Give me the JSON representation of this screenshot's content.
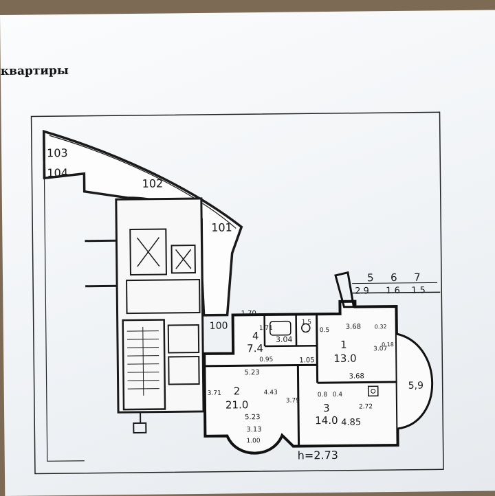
{
  "header": {
    "heading": "квартиры"
  },
  "plan": {
    "height_note": "h=2.73",
    "common_areas": {
      "a103": "103",
      "a104": "104",
      "a102": "102",
      "a101": "101",
      "a100": "100"
    },
    "rooms": {
      "r1": {
        "number": "1",
        "area": "13.0",
        "dim_top": "3.68",
        "dim_bottom": "3.68",
        "dim_side_a": "3.07",
        "dim_side_b": "0.32",
        "dim_side_c": "0.18"
      },
      "r2": {
        "number": "2",
        "area": "21.0",
        "dim_top": "5.23",
        "dim_mid": "5.23",
        "dim_left": "3.71",
        "dim_center": "4.43",
        "dim_right": "3.79",
        "dim_bottom": "3.13",
        "dim_bay": "1.00"
      },
      "r3": {
        "number": "3",
        "area": "14.0",
        "dim_right": "4.85",
        "dim_side": "2.72",
        "dim_a": "0.8",
        "dim_b": "0.4"
      },
      "r4": {
        "number": "4",
        "area": "7.4",
        "dim_a": "1.70",
        "dim_b": "1.71",
        "dim_c": "0.95",
        "dim_d": "1.05"
      },
      "bath": {
        "width": "3.04",
        "dim_a": "1.5",
        "dim_b": "0.5"
      },
      "loggia": {
        "area": "5,9"
      }
    },
    "legend": [
      {
        "room": "5",
        "area": "2.9"
      },
      {
        "room": "6",
        "area": "1.6"
      },
      {
        "room": "7",
        "area": "1.5"
      }
    ]
  }
}
